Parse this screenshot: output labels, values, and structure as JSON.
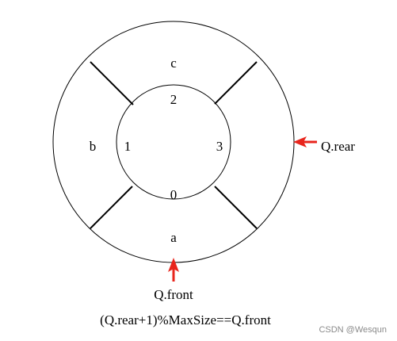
{
  "diagram": {
    "slots": {
      "top": {
        "content": "c",
        "index": "2"
      },
      "left": {
        "content": "b",
        "index": "1"
      },
      "right": {
        "content": "",
        "index": "3"
      },
      "bottom": {
        "content": "a",
        "index": "0"
      }
    },
    "pointers": {
      "rear": {
        "label": "Q.rear"
      },
      "front": {
        "label": "Q.front"
      }
    },
    "condition": "(Q.rear+1)%MaxSize==Q.front",
    "watermark": "CSDN @Wesqun",
    "colors": {
      "stroke": "#000000",
      "arrow": "#e8251c",
      "text": "#000000",
      "watermark": "#8a8a8a"
    }
  }
}
